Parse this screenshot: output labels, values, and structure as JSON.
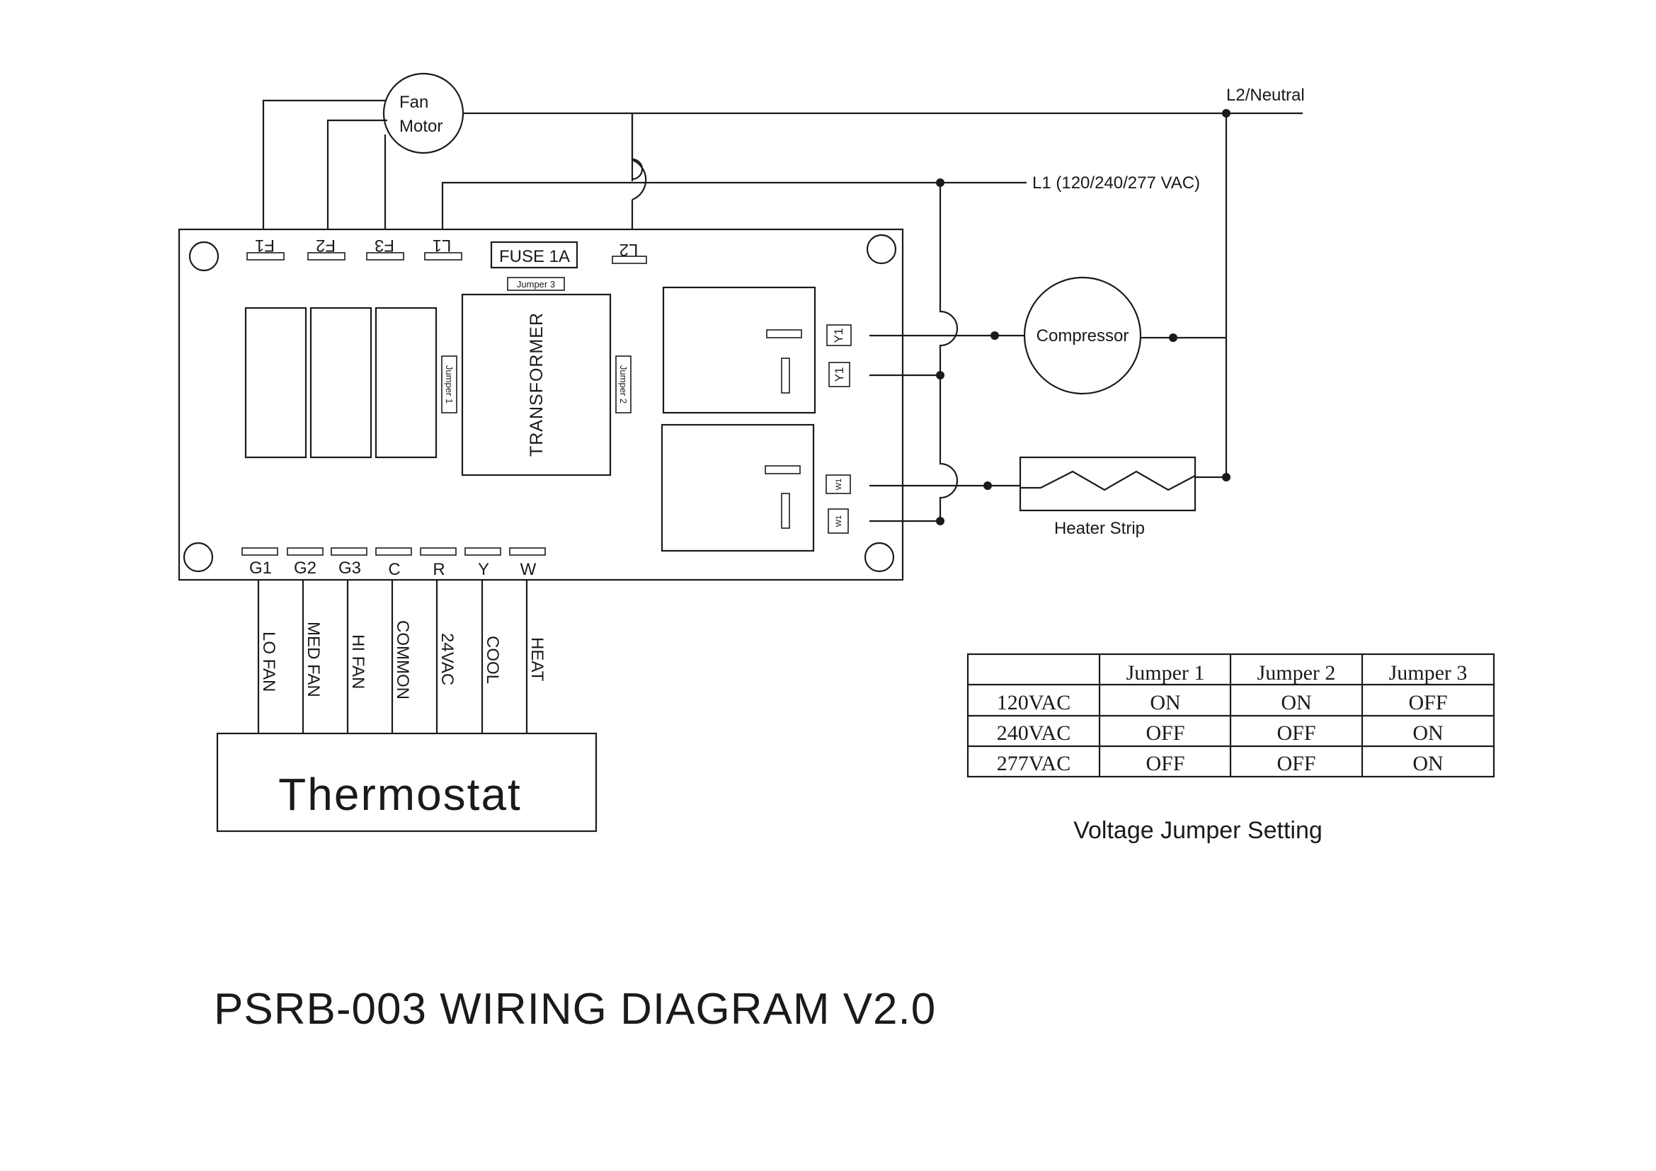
{
  "diagram": {
    "title": "PSRB-003 WIRING DIAGRAM V2.0",
    "fan_motor": {
      "line1": "Fan",
      "line2": "Motor"
    },
    "lines": {
      "neutral": "L2/Neutral",
      "l1": "L1 (120/240/277 VAC)"
    },
    "top_terminals": [
      "F1",
      "F2",
      "F3",
      "L1"
    ],
    "l2_terminal": "L2",
    "fuse": "FUSE 1A",
    "jumpers": {
      "j1": "Jumper 1",
      "j2": "Jumper 2",
      "j3": "Jumper 3"
    },
    "transformer": "TRANSFORMER",
    "relay_terminals": [
      "Y1",
      "Y1",
      "W1",
      "W1"
    ],
    "compressor": "Compressor",
    "heater": "Heater Strip",
    "bottom_terminals": [
      "G1",
      "G2",
      "G3",
      "C",
      "R",
      "Y",
      "W"
    ],
    "thermostat_wires": [
      "LO FAN",
      "MED FAN",
      "HI FAN",
      "COMMON",
      "24VAC",
      "COOL",
      "HEAT"
    ],
    "thermostat": "Thermostat"
  },
  "jumper_table": {
    "caption": "Voltage Jumper Setting",
    "headers": [
      "",
      "Jumper 1",
      "Jumper 2",
      "Jumper 3"
    ],
    "rows": [
      [
        "120VAC",
        "ON",
        "ON",
        "OFF"
      ],
      [
        "240VAC",
        "OFF",
        "OFF",
        "ON"
      ],
      [
        "277VAC",
        "OFF",
        "OFF",
        "ON"
      ]
    ]
  }
}
